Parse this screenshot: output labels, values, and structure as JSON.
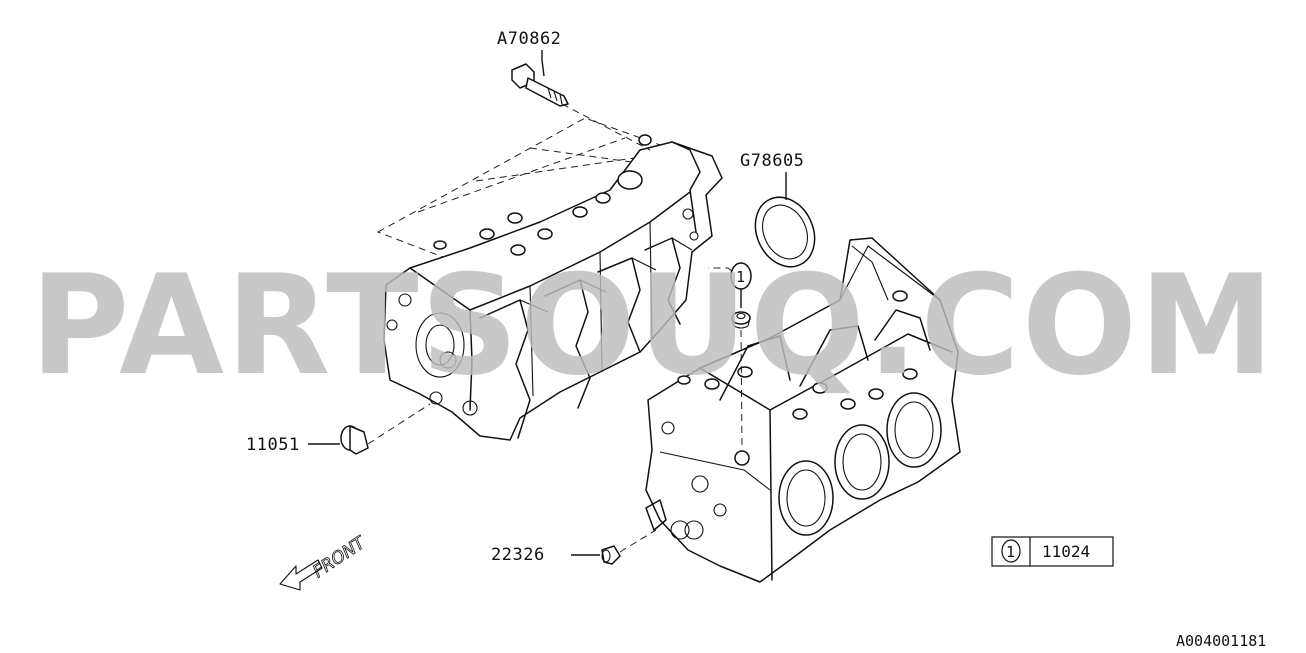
{
  "watermark": "PARTSOUQ.COM",
  "callouts": {
    "bolt": "A70862",
    "seal": "G78605",
    "plug_left": "11051",
    "plug_bottom": "22326"
  },
  "legend": {
    "marker": "1",
    "part_number": "11024"
  },
  "front_arrow": "FRONT",
  "diagram_ref": "A004001181"
}
